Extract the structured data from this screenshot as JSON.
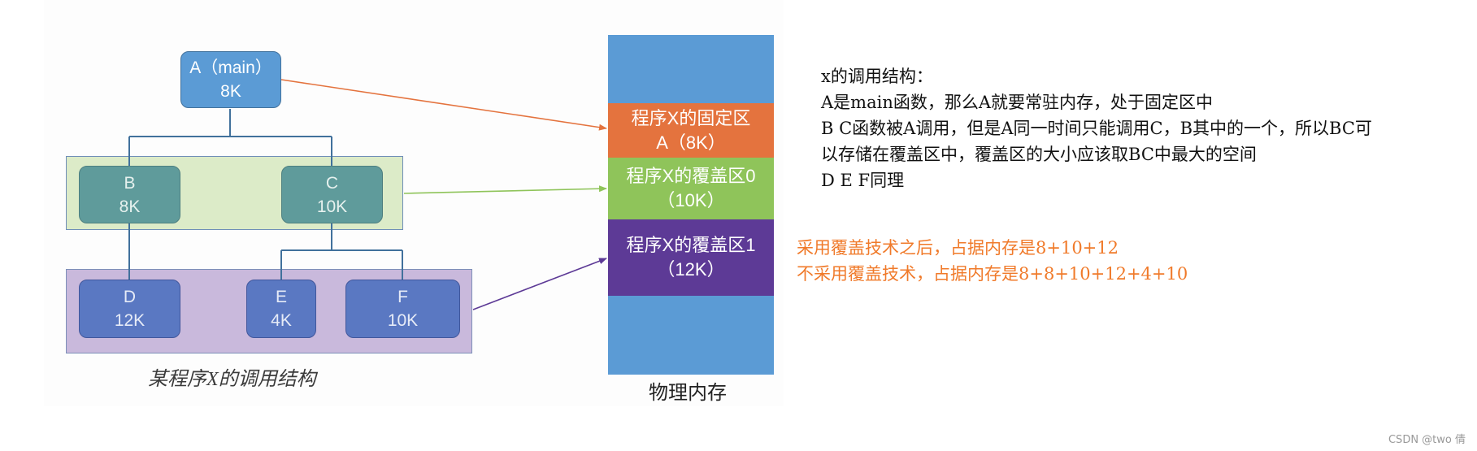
{
  "tree": {
    "nodes": [
      {
        "id": "A",
        "label": "A（main）",
        "size": "8K"
      },
      {
        "id": "B",
        "label": "B",
        "size": "8K"
      },
      {
        "id": "C",
        "label": "C",
        "size": "10K"
      },
      {
        "id": "D",
        "label": "D",
        "size": "12K"
      },
      {
        "id": "E",
        "label": "E",
        "size": "4K"
      },
      {
        "id": "F",
        "label": "F",
        "size": "10K"
      }
    ],
    "caption": "某程序X的调用结构"
  },
  "memory": {
    "caption": "物理内存",
    "fixed": {
      "line1": "程序X的固定区",
      "line2": "A（8K）"
    },
    "overlay0": {
      "line1": "程序X的覆盖区0",
      "line2": "（10K）"
    },
    "overlay1": {
      "line1": "程序X的覆盖区1",
      "line2": "（12K）"
    }
  },
  "notes": {
    "lines": [
      "x的调用结构：",
      "A是main函数，那么A就要常驻内存，处于固定区中",
      "B C函数被A调用，但是A同一时间只能调用C，B其中的一个，所以BC可",
      "以存储在覆盖区中，覆盖区的大小应该取BC中最大的空间",
      "D E F同理"
    ]
  },
  "summary": {
    "line1": "采用覆盖技术之后，占据内存是8+10+12",
    "line2": "不采用覆盖技术，占据内存是8+8+10+12+4+10"
  },
  "watermark": "CSDN @two 倩",
  "colors": {
    "node_a": "#5b9bd5",
    "node_bc": "#5f9b9b",
    "node_def": "#5a78c2",
    "mem_fixed": "#e4733e",
    "mem_overlay0": "#8fc45a",
    "mem_overlay1": "#5d3a96",
    "summary_text": "#f07a2a"
  }
}
